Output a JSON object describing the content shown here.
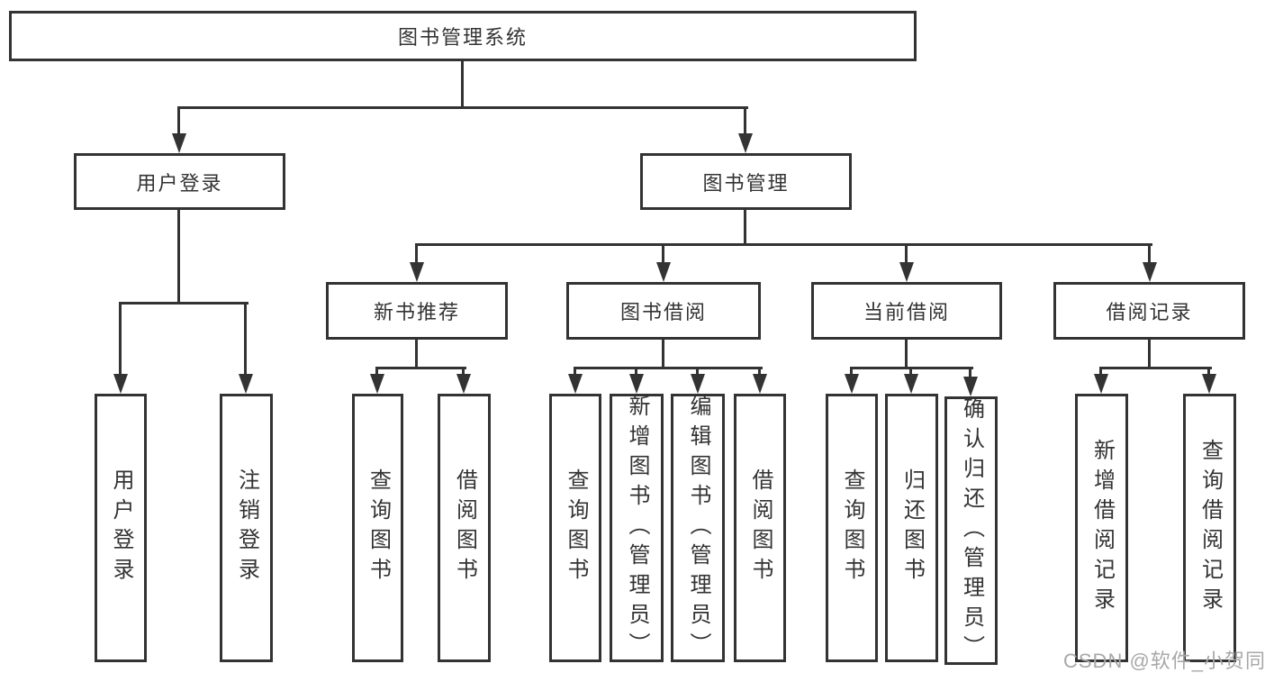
{
  "tree": {
    "root": "图书管理系统",
    "branches": [
      {
        "label": "用户登录",
        "children": [
          {
            "label": "用户登录"
          },
          {
            "label": "注销登录"
          }
        ]
      },
      {
        "label": "图书管理",
        "children": [
          {
            "label": "新书推荐",
            "children": [
              "查询图书",
              "借阅图书"
            ]
          },
          {
            "label": "图书借阅",
            "children": [
              "查询图书",
              "新增图书（管理员）",
              "编辑图书（管理员）",
              "借阅图书"
            ]
          },
          {
            "label": "当前借阅",
            "children": [
              "查询图书",
              "归还图书",
              "确认归还（管理员）"
            ]
          },
          {
            "label": "借阅记录",
            "children": [
              "新增借阅记录",
              "查询借阅记录"
            ]
          }
        ]
      }
    ]
  },
  "watermark": "CSDN @软件_小贺同学",
  "colors": {
    "line": "#333333",
    "box_fill": "#ffffff",
    "text": "#333333",
    "watermark": "#a8a8a8"
  }
}
